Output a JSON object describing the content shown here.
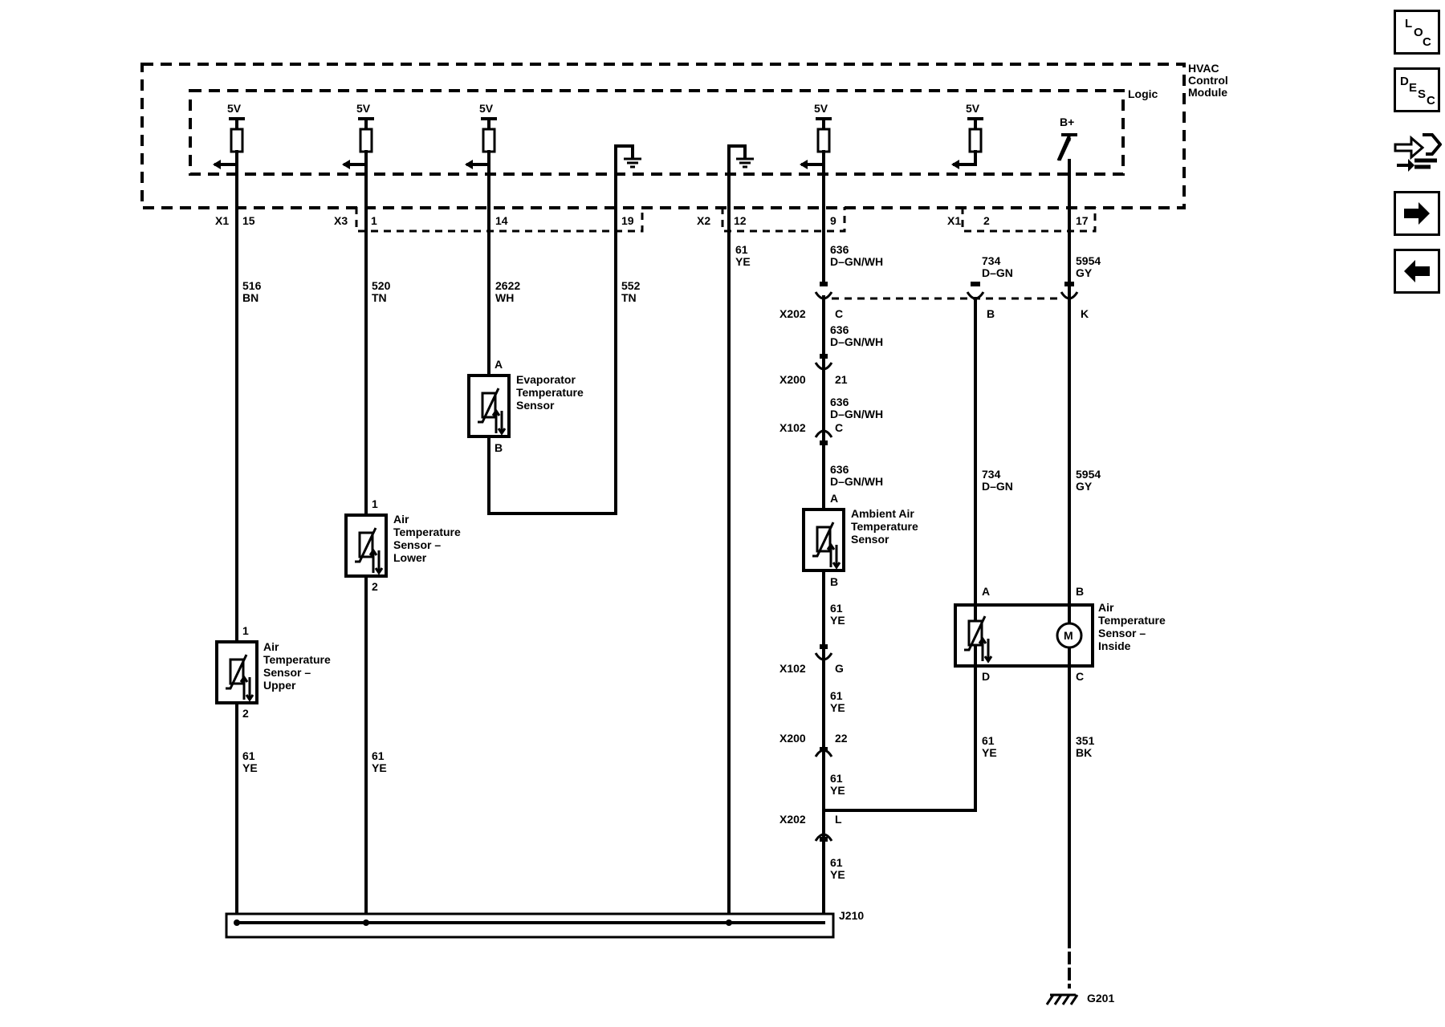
{
  "module": {
    "line1": "HVAC",
    "line2": "Control",
    "line3": "Module",
    "logic": "Logic"
  },
  "supplies": {
    "v5": "5V",
    "bplus": "B+"
  },
  "connectors_top": {
    "x1a": "X1",
    "p15": "15",
    "x3": "X3",
    "p1": "1",
    "p14": "14",
    "p19": "19",
    "x2": "X2",
    "p12": "12",
    "p9": "9",
    "x1b": "X1",
    "p2": "2",
    "p17": "17"
  },
  "wires": {
    "w516": [
      "516",
      "BN"
    ],
    "w520": [
      "520",
      "TN"
    ],
    "w2622": [
      "2622",
      "WH"
    ],
    "w552": [
      "552",
      "TN"
    ],
    "w61": [
      "61",
      "YE"
    ],
    "w636": [
      "636",
      "D–GN/WH"
    ],
    "w734": [
      "734",
      "D–GN"
    ],
    "w5954": [
      "5954",
      "GY"
    ],
    "w351": [
      "351",
      "BK"
    ]
  },
  "inline": {
    "x202": "X202",
    "x200": "X200",
    "x102": "X102",
    "c": "C",
    "b": "B",
    "k": "K",
    "p21": "21",
    "p22": "22",
    "g": "G",
    "l": "L",
    "j210": "J210",
    "g201": "G201"
  },
  "pins": {
    "a": "A",
    "b": "B",
    "c": "C",
    "d": "D",
    "one": "1",
    "two": "2",
    "motor": "M"
  },
  "components": {
    "evap": [
      "Evaporator",
      "Temperature",
      "Sensor"
    ],
    "lower": [
      "Air",
      "Temperature",
      "Sensor –",
      "Lower"
    ],
    "upper": [
      "Air",
      "Temperature",
      "Sensor –",
      "Upper"
    ],
    "ambient": [
      "Ambient Air",
      "Temperature",
      "Sensor"
    ],
    "inside": [
      "Air",
      "Temperature",
      "Sensor –",
      "Inside"
    ]
  },
  "nav": {
    "loc": {
      "l": "L",
      "o": "O",
      "c": "C"
    },
    "desc": {
      "d": "D",
      "e": "E",
      "s": "S",
      "c": "C"
    }
  }
}
